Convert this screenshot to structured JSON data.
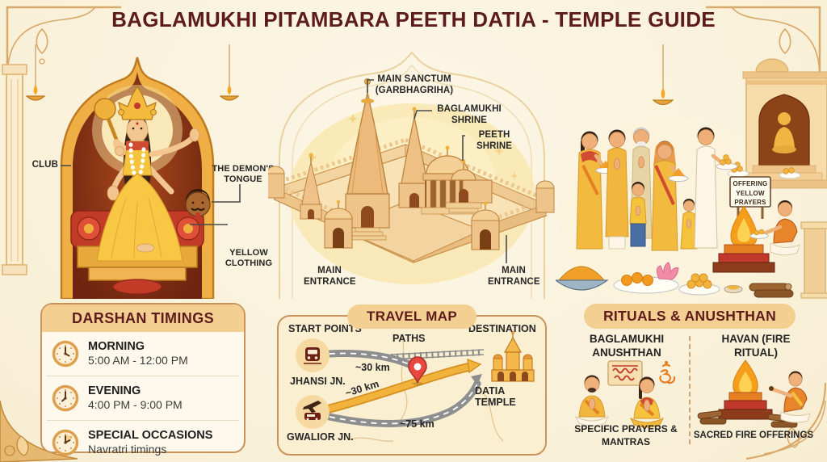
{
  "title": "BAGLAMUKHI PITAMBARA PEETH DATIA - TEMPLE GUIDE",
  "deity": {
    "label_club": "CLUB",
    "label_demon_tongue": "THE DEMON'S TONGUE",
    "label_yellow_clothing": "YELLOW CLOTHING"
  },
  "temple_map": {
    "label_main_sanctum": "MAIN SANCTUM (GARBHAGRIHA)",
    "label_baglamukhi_shrine": "BAGLAMUKHI SHRINE",
    "label_peeth_shrine": "PEETH SHRINE",
    "label_main_entrance_left": "MAIN ENTRANCE",
    "label_main_entrance_right": "MAIN ENTRANCE"
  },
  "offering_scene": {
    "sign_text": "OFFERING YELLOW PRAYERS"
  },
  "darshan": {
    "header": "DARSHAN TIMINGS",
    "rows": [
      {
        "title": "MORNING",
        "time": "5:00 AM - 12:00 PM"
      },
      {
        "title": "EVENING",
        "time": "4:00 PM - 9:00 PM"
      },
      {
        "title": "SPECIAL OCCASIONS",
        "time": "Navratri timings"
      }
    ]
  },
  "travel_map": {
    "header": "TRAVEL MAP",
    "col_start_points": "START POINTS",
    "col_paths": "PATHS",
    "col_destination": "DESTINATION",
    "station_jhansi": "JHANSI JN.",
    "station_gwalior": "GWALIOR JN.",
    "destination_name": "DATIA TEMPLE",
    "distance_jhansi_road": "~30 km",
    "distance_direct_road": "~30 km",
    "distance_gwalior_road": "~75 km"
  },
  "rituals": {
    "header": "RITUALS & ANUSHTHAN",
    "left_title": "BAGLAMUKHI ANUSHTHAN",
    "left_caption": "SPECIFIC PRAYERS & MANTRAS",
    "right_title": "HAVAN (FIRE RITUAL)",
    "right_caption": "SACRED FIRE OFFERINGS"
  },
  "icons": {
    "clock": "clock-icon",
    "train": "train-icon",
    "plane_train": "plane-and-train-icon",
    "pin": "location-pin-icon",
    "temple": "temple-icon",
    "diya": "hanging-diya-icon",
    "om": "om-icon",
    "fire": "havan-fire-icon"
  },
  "colors": {
    "background": "#FBF3DF",
    "title_maroon": "#5E1B1C",
    "header_band": "#F4CF92",
    "panel_border": "#C9935B",
    "panel_bg": "#FEF9EC",
    "travel_panel_bg": "#FBEFD2",
    "accent_gold": "#E9A83C",
    "label_text": "#2B2B2B",
    "road_gray": "#8E8E8E",
    "road_yellow": "#F2B33C",
    "pin_red": "#E2453C",
    "throne_red": "#C23B27"
  }
}
